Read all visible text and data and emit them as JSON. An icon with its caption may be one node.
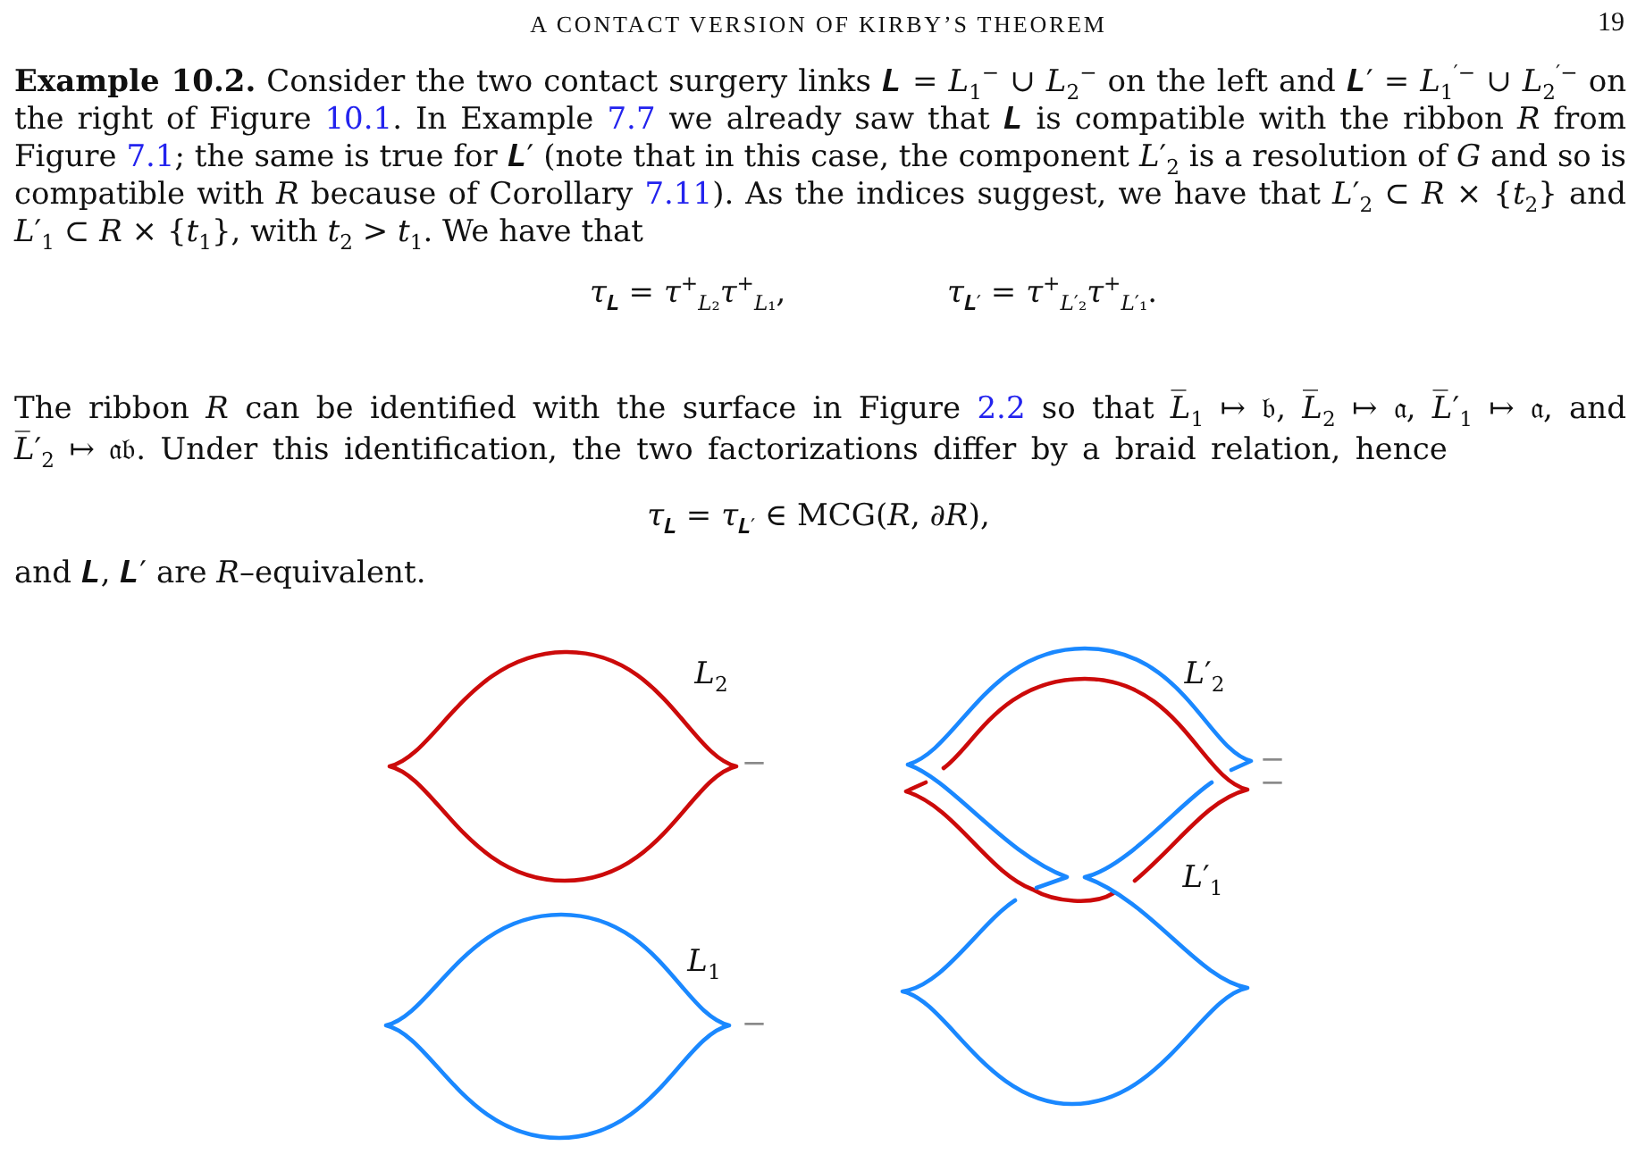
{
  "diagram": {
    "labels": [
      "A CONTACT VERSION OF KIRBY’S THEOREM",
      "19",
      "**Example 10.2.** Consider the two contact surgery links 𝑳 = *L*$_{1}$$^{−}$ ∪ *L*$_{2}$$^{−}$ on the left and 𝑳′ = *L*$_{1}$$^{′−}$ ∪ *L*$_{2}$$^{′−}$ on the right of Figure",
      "10.1",
      ". In Example",
      "7.7",
      "we already saw that 𝑳 is compatible with the ribbon *R* from Figure",
      "7.1",
      "; the same is true for 𝑳′ (note that in this case, the component *L*′$_{2}$ is a resolution of *G* and so is compatible with *R* because of Corollary",
      "7.11",
      "). As the indices suggest, we have that *L*′$_{2}$ ⊂ *R* × {*t*$_{2}$} and *L*′$_{1}$ ⊂ *R* × {*t*$_{1}$}, with *t*$_{2}$ > *t*$_{1}$. We have that",
      "*τ*$_{𝑳}$ = *τ*$^{+}$$_{𝐿₂}$*τ*$^{+}$$_{𝐿₁}$,",
      "*τ*$_{𝑳′}$ = *τ*$^{+}$$_{𝐿′₂}$*τ*$^{+}$$_{𝐿′₁}$.",
      "The ribbon *R* can be identified with the surface in Figure",
      "2.2",
      "so that *L̅*$_{1}$ ↦ 𝔟, *L̅*$_{2}$ ↦ 𝔞, *L̅*′$_{1}$ ↦ 𝔞, and *L̅*′$_{2}$ ↦ 𝔞𝔟. Under this identification, the two factorizations differ by a braid relation, hence",
      "*τ*$_{𝑳}$ = *τ*$_{𝑳′}$ ∈ MCG(*R*, ∂*R*),",
      "and 𝑳, 𝑳′ are *R*–equivalent.",
      "*L*$_{2}$",
      "*L*′$_{2}$",
      "−",
      "−",
      "−",
      "*L*′$_{1}$",
      "*L*$_{1}$",
      "−"
    ]
  }
}
